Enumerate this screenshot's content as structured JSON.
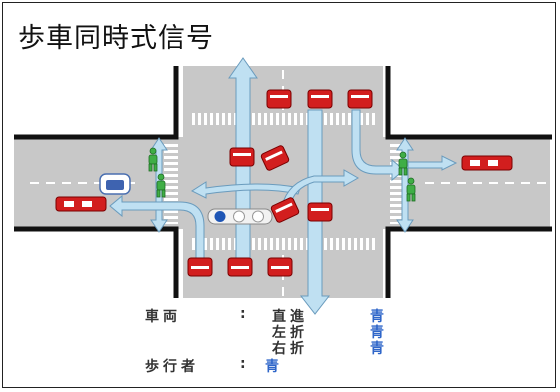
{
  "title": "歩車同時式信号",
  "legend": {
    "vehicle_label": "車両",
    "pedestrian_label": "歩行者",
    "colon": ":",
    "rows": [
      {
        "movement": "直進",
        "signal": "青"
      },
      {
        "movement": "左折",
        "signal": "青"
      },
      {
        "movement": "右折",
        "signal": "青"
      }
    ],
    "pedestrian_signal": "青"
  },
  "colors": {
    "road": "#c8c8c8",
    "road_edge": "#111111",
    "car": "#d21e1e",
    "arrow": "#bfe0f2",
    "arrow_stroke": "#6a9bbd",
    "pedestrian": "#3fae46",
    "signal_text": "#2f66c9"
  }
}
